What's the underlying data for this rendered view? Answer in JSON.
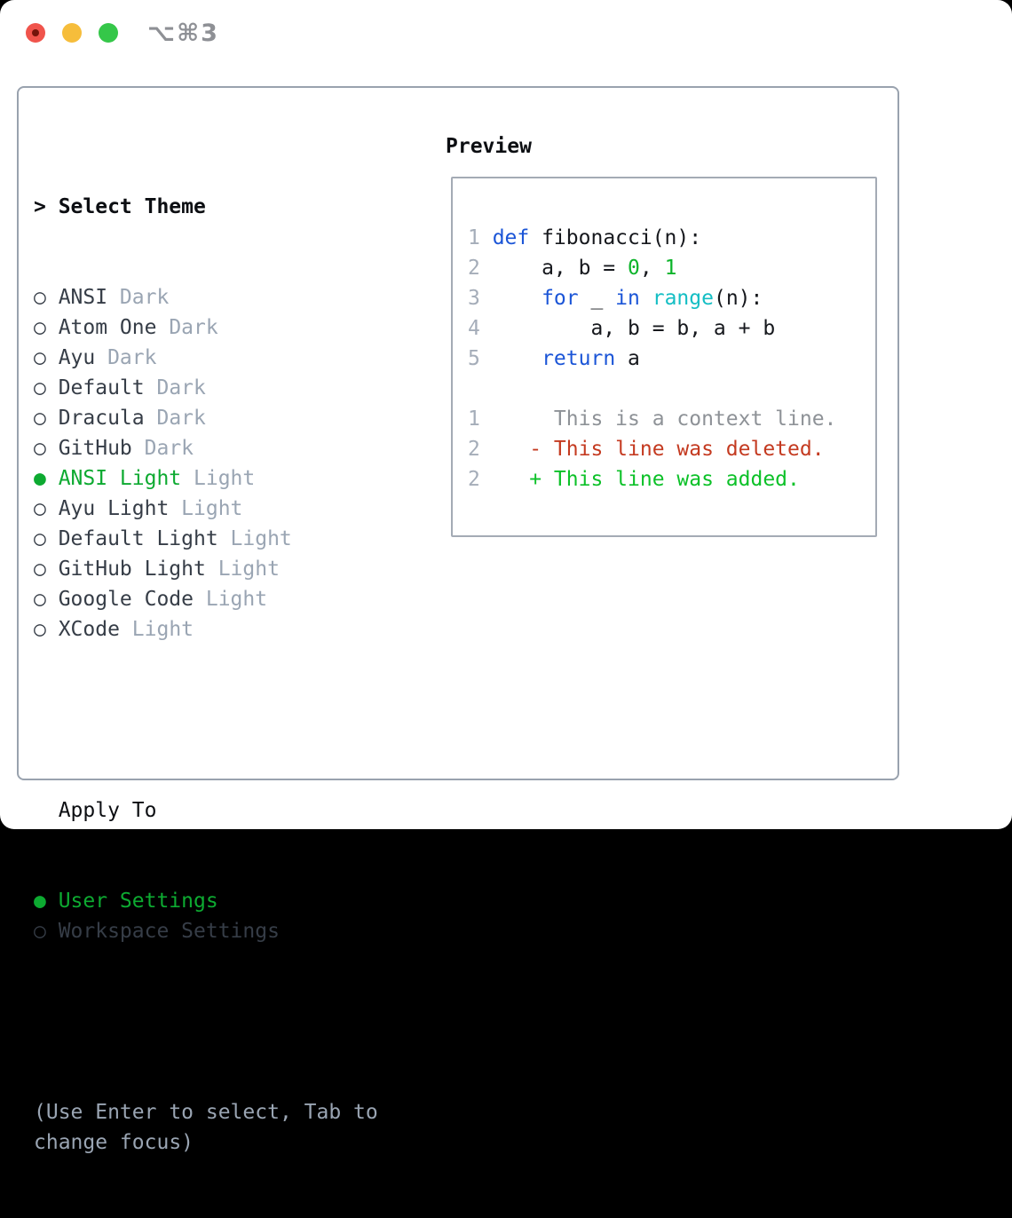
{
  "window": {
    "shortcut_label": "⌥⌘3"
  },
  "colors": {
    "traffic-red": "#f0544c",
    "traffic-red-dot": "#74140b",
    "traffic-yellow": "#f6bd3b",
    "traffic-green": "#35c749",
    "title-gray": "#8e9095",
    "box-border": "#99a2ae",
    "preview-border": "#a4abb5",
    "heading": "#0c0e12",
    "item-text": "#363d47",
    "muted": "#9aa5b3",
    "accent-green": "#0daa31",
    "code-text": "#16181d",
    "keyword": "#1b55d7",
    "builtin": "#14bec4",
    "number": "#0cb42a",
    "context": "#8e9297",
    "deleted": "#c43a20",
    "added": "#0cc128",
    "linenum": "#a5adb9"
  },
  "left": {
    "header_prefix": ">",
    "header_label": "Select Theme",
    "unselected_marker": "○",
    "selected_marker": "●",
    "themes": [
      {
        "name": "ANSI",
        "variant": "Dark",
        "selected": false
      },
      {
        "name": "Atom One",
        "variant": "Dark",
        "selected": false
      },
      {
        "name": "Ayu",
        "variant": "Dark",
        "selected": false
      },
      {
        "name": "Default",
        "variant": "Dark",
        "selected": false
      },
      {
        "name": "Dracula",
        "variant": "Dark",
        "selected": false
      },
      {
        "name": "GitHub",
        "variant": "Dark",
        "selected": false
      },
      {
        "name": "ANSI Light",
        "variant": "Light",
        "selected": true
      },
      {
        "name": "Ayu Light",
        "variant": "Light",
        "selected": false
      },
      {
        "name": "Default Light",
        "variant": "Light",
        "selected": false
      },
      {
        "name": "GitHub Light",
        "variant": "Light",
        "selected": false
      },
      {
        "name": "Google Code",
        "variant": "Light",
        "selected": false
      },
      {
        "name": "XCode",
        "variant": "Light",
        "selected": false
      }
    ],
    "apply_header": "Apply To",
    "apply_options": [
      {
        "name": "User Settings",
        "selected": true
      },
      {
        "name": "Workspace Settings",
        "selected": false
      }
    ],
    "hint": "(Use Enter to select, Tab to\nchange focus)"
  },
  "preview": {
    "header": "Preview",
    "code_lines": [
      {
        "num": "1",
        "tokens": [
          {
            "t": "kw",
            "s": "def"
          },
          {
            "t": "plain",
            "s": " fibonacci(n):"
          }
        ]
      },
      {
        "num": "2",
        "tokens": [
          {
            "t": "plain",
            "s": "    a, b = "
          },
          {
            "t": "num",
            "s": "0"
          },
          {
            "t": "plain",
            "s": ", "
          },
          {
            "t": "num",
            "s": "1"
          }
        ]
      },
      {
        "num": "3",
        "tokens": [
          {
            "t": "plain",
            "s": "    "
          },
          {
            "t": "kw",
            "s": "for"
          },
          {
            "t": "plain",
            "s": " _ "
          },
          {
            "t": "kw",
            "s": "in"
          },
          {
            "t": "plain",
            "s": " "
          },
          {
            "t": "builtin",
            "s": "range"
          },
          {
            "t": "plain",
            "s": "(n):"
          }
        ]
      },
      {
        "num": "4",
        "tokens": [
          {
            "t": "plain",
            "s": "        a, b = b, a + b"
          }
        ]
      },
      {
        "num": "5",
        "tokens": [
          {
            "t": "plain",
            "s": "    "
          },
          {
            "t": "kw",
            "s": "return"
          },
          {
            "t": "plain",
            "s": " a"
          }
        ]
      }
    ],
    "diff_lines": [
      {
        "num": "1",
        "tokens": [
          {
            "t": "ctx",
            "s": "     This is a context line."
          }
        ]
      },
      {
        "num": "2",
        "tokens": [
          {
            "t": "del",
            "s": "   - This line was deleted."
          }
        ]
      },
      {
        "num": "2",
        "tokens": [
          {
            "t": "add",
            "s": "   + This line was added."
          }
        ]
      }
    ]
  }
}
